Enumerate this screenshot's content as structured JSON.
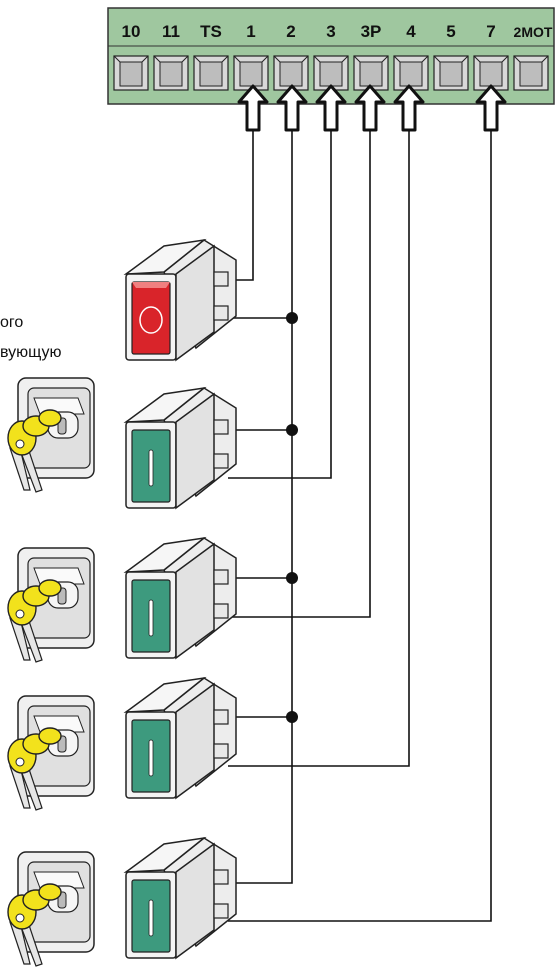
{
  "terminal_block": {
    "labels": [
      "10",
      "11",
      "TS",
      "1",
      "2",
      "3",
      "3P",
      "4",
      "5",
      "7",
      "2MOT"
    ],
    "fill_color": "#9fc79f"
  },
  "side_text": {
    "line1": "ого",
    "line2": "вующую"
  },
  "colors": {
    "stop_button": "#d9242a",
    "control_button": "#3d9a7e",
    "key_yellow": "#f2e21c",
    "wire": "#111111"
  },
  "icons": [
    "stop-button-icon",
    "push-button-icon",
    "key-switch-icon",
    "key-icon",
    "arrow-up-icon",
    "junction-dot"
  ]
}
